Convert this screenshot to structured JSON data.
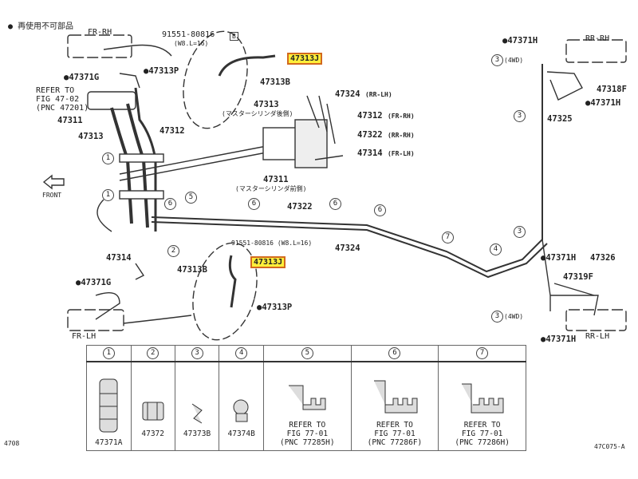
{
  "legend": {
    "bullet": "●",
    "text": "再使用不可部品"
  },
  "doors": {
    "fr_rh": "FR-RH",
    "fr_lh": "FR-LH",
    "rr_rh": "RR-RH",
    "rr_lh": "RR-LH"
  },
  "front_label": "FRONT",
  "callouts": {
    "bolt_top": "91551-80816",
    "bolt_top_spec": "(W8.L=16)",
    "bolt_top_ref": "B",
    "hose_top": "47313J",
    "p_top": "●47313P",
    "b_top": "47313B",
    "g_top": "●47371G",
    "refer_1": "REFER TO",
    "refer_2": "FIG 47-02",
    "refer_3": "(PNC 47201)",
    "p47311": "47311",
    "p47313": "47313",
    "p47312": "47312",
    "mc_rear_num": "47313",
    "mc_rear_txt": "(マスターシリンダ後側)",
    "mc_47324": "47324",
    "mc_47324_s": "(RR-LH)",
    "mc_47312": "47312",
    "mc_47312_s": "(FR-RH)",
    "mc_47322": "47322",
    "mc_47322_s": "(RR-RH)",
    "mc_47314": "47314",
    "mc_47314_s": "(FR-LH)",
    "mc_front_num": "47311",
    "mc_front_txt": "(マスターシリンダ前側)",
    "line_47322": "47322",
    "line_47324": "47324",
    "p47314": "47314",
    "bolt_bot": "91551-80816",
    "bolt_bot_spec": "(W8.L=16)",
    "hose_bot": "47313J",
    "b_bot": "47313B",
    "g_bot": "●47371G",
    "p_bot": "●47313P",
    "h_rr_top": "●47371H",
    "wd4_top": "(4WD)",
    "f_rr_rh": "47318F",
    "h_rr_mid": "●47371H",
    "p47325": "47325",
    "h_rr_lh_top": "●47371H",
    "p47326": "47326",
    "f_rr_lh": "47319F",
    "wd4_bot": "(4WD)",
    "h_rr_lh_bot": "●47371H"
  },
  "clip_markers": [
    "1",
    "1",
    "5",
    "6",
    "6",
    "6",
    "6",
    "7",
    "4",
    "2",
    "3",
    "3",
    "3",
    "1",
    "3"
  ],
  "clip_table": [
    {
      "num": "1",
      "lines": [
        "47371A"
      ]
    },
    {
      "num": "2",
      "lines": [
        "47372"
      ]
    },
    {
      "num": "3",
      "lines": [
        "47373B"
      ]
    },
    {
      "num": "4",
      "lines": [
        "47374B"
      ]
    },
    {
      "num": "5",
      "lines": [
        "REFER TO",
        "FIG 77-01",
        "(PNC 77285H)"
      ]
    },
    {
      "num": "6",
      "lines": [
        "REFER TO",
        "FIG 77-01",
        "(PNC 77286F)"
      ]
    },
    {
      "num": "7",
      "lines": [
        "REFER TO",
        "FIG 77-01",
        "(PNC 77286H)"
      ]
    }
  ],
  "footer": {
    "left": "4708",
    "right": "47C075-A"
  },
  "colors": {
    "highlight": "#ffef3a",
    "box": "#d2691e",
    "line": "#333333"
  }
}
